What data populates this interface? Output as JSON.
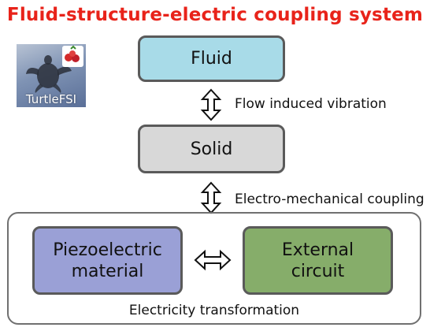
{
  "title": "Fluid-structure-electric coupling system",
  "logo": {
    "text": "TurtleFSI",
    "icon": "turtle-logo-with-strawberry-badge"
  },
  "nodes": {
    "fluid": "Fluid",
    "solid": "Solid",
    "piezo": "Piezoelectric material",
    "circuit": "External circuit"
  },
  "edges": {
    "fluid_solid": "Flow induced vibration",
    "solid_piezo": "Electro-mechanical coupling"
  },
  "group": {
    "label": "Electricity transformation"
  },
  "colors": {
    "title": "#e8231a",
    "fluid": "#a8dbe8",
    "solid": "#d8d8d8",
    "piezo": "#9aa0d6",
    "circuit": "#86ad6a",
    "border": "#5a5a5a"
  }
}
